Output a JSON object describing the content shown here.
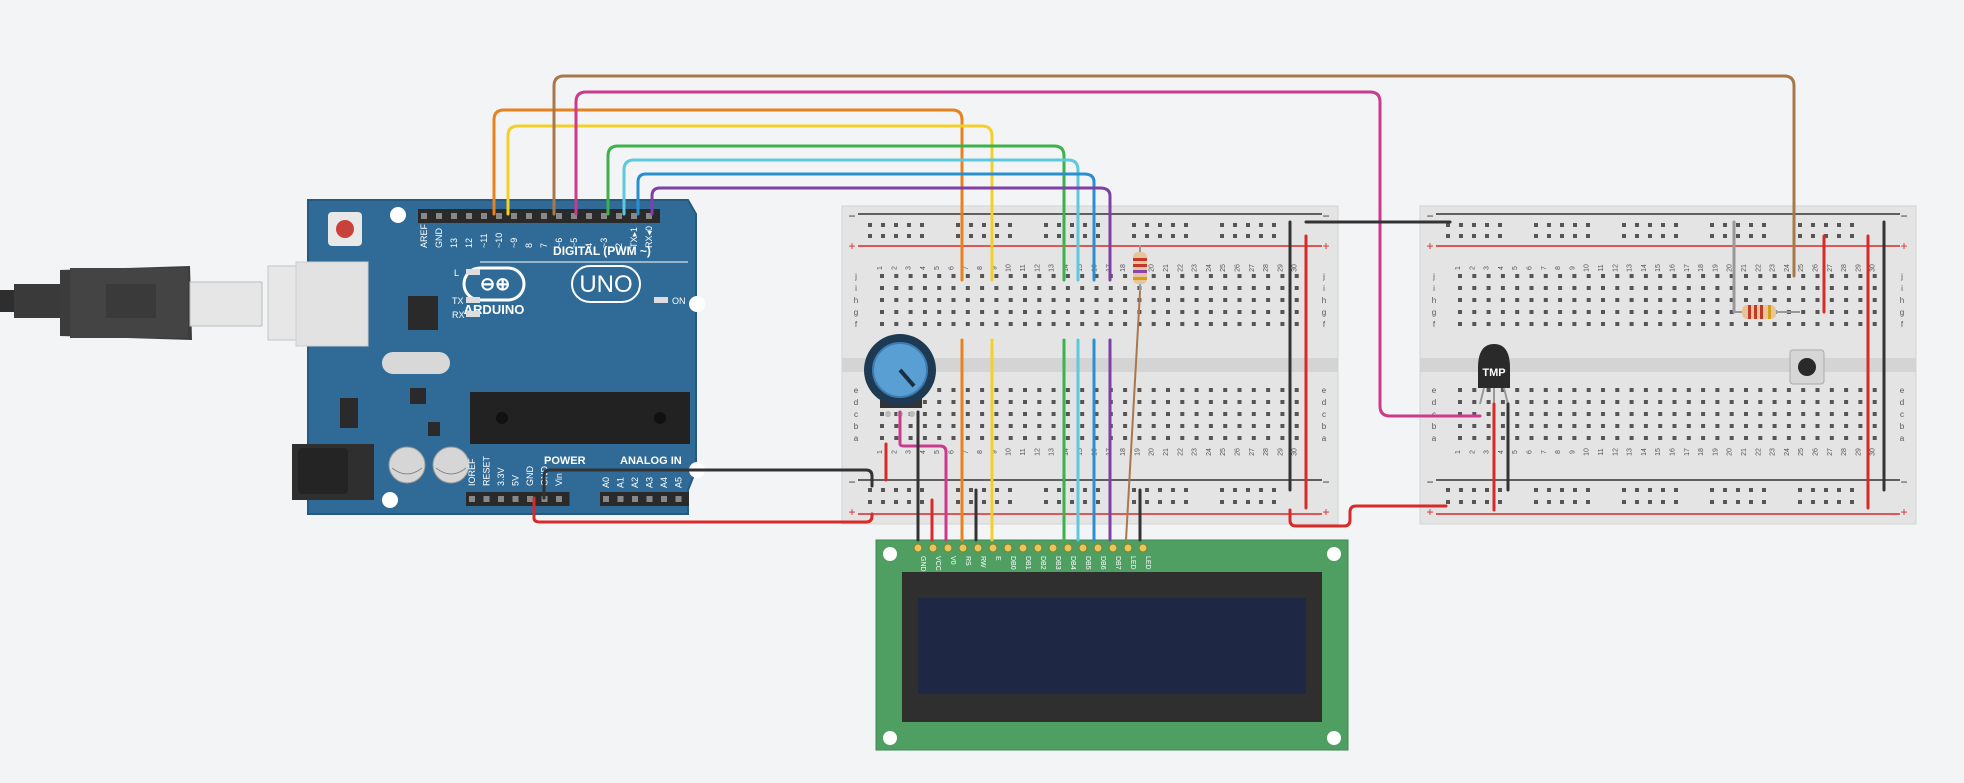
{
  "arduino": {
    "brand": "ARDUINO",
    "model": "UNO",
    "digital_label": "DIGITAL (PWM ~)",
    "analog_label": "ANALOG IN",
    "power_label": "POWER",
    "on_label": "ON",
    "l_label": "L",
    "tx_label": "TX",
    "rx_label": "RX",
    "digital_pins": [
      "AREF",
      "GND",
      "13",
      "12",
      "~11",
      "~10",
      "~9",
      "8",
      "7",
      "~6",
      "~5",
      "4",
      "~3",
      "2",
      "TX▸1",
      "RX◂0"
    ],
    "power_pins": [
      "IOREF",
      "RESET",
      "3.3V",
      "5V",
      "GND",
      "GND",
      "Vin"
    ],
    "analog_pins": [
      "A0",
      "A1",
      "A2",
      "A3",
      "A4",
      "A5"
    ]
  },
  "breadboard": {
    "columns": [
      "1",
      "2",
      "3",
      "4",
      "5",
      "6",
      "7",
      "8",
      "9",
      "10",
      "11",
      "12",
      "13",
      "14",
      "15",
      "16",
      "17",
      "18",
      "19",
      "20",
      "21",
      "22",
      "23",
      "24",
      "25",
      "26",
      "27",
      "28",
      "29",
      "30"
    ],
    "rows_top": [
      "j",
      "i",
      "h",
      "g",
      "f"
    ],
    "rows_bottom": [
      "e",
      "d",
      "c",
      "b",
      "a"
    ],
    "plus": "+",
    "minus": "−"
  },
  "lcd": {
    "pins": [
      "GND",
      "VCC",
      "V0",
      "RS",
      "RW",
      "E",
      "DB0",
      "DB1",
      "DB2",
      "DB3",
      "DB4",
      "DB5",
      "DB6",
      "DB7",
      "LED",
      "LED"
    ]
  },
  "sensor": {
    "label": "TMP"
  },
  "colors": {
    "orange": "#e8821e",
    "yellow": "#f3d027",
    "brown": "#a9784a",
    "magenta": "#cc3a8e",
    "green": "#3db14a",
    "lightblue": "#5ec8dd",
    "blue": "#2a8fd0",
    "purple": "#7e3fa6",
    "red": "#d92a2a",
    "black": "#333333",
    "board": "#2f6b96",
    "lcd": "#4f9f62"
  }
}
